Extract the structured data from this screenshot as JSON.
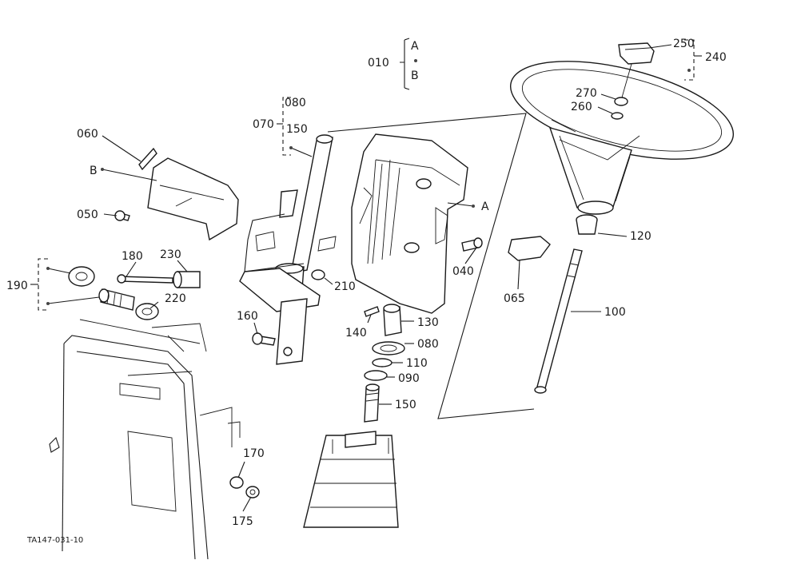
{
  "diagram": {
    "code": "TA147-031-10",
    "labels": {
      "p010": "010",
      "pA": "A",
      "pB": "B",
      "p240": "240",
      "p250": "250",
      "p270": "270",
      "p260": "260",
      "p080a": "080",
      "p070": "070",
      "p150a": "150",
      "p060": "060",
      "pB2": "B",
      "p050": "050",
      "pA2": "A",
      "p180": "180",
      "p230": "230",
      "p190": "190",
      "p220": "220",
      "p210": "210",
      "p040": "040",
      "p065": "065",
      "p120": "120",
      "p100": "100",
      "p160": "160",
      "p140": "140",
      "p130": "130",
      "p080b": "080",
      "p110": "110",
      "p090": "090",
      "p150b": "150",
      "p170": "170",
      "p175": "175"
    }
  }
}
